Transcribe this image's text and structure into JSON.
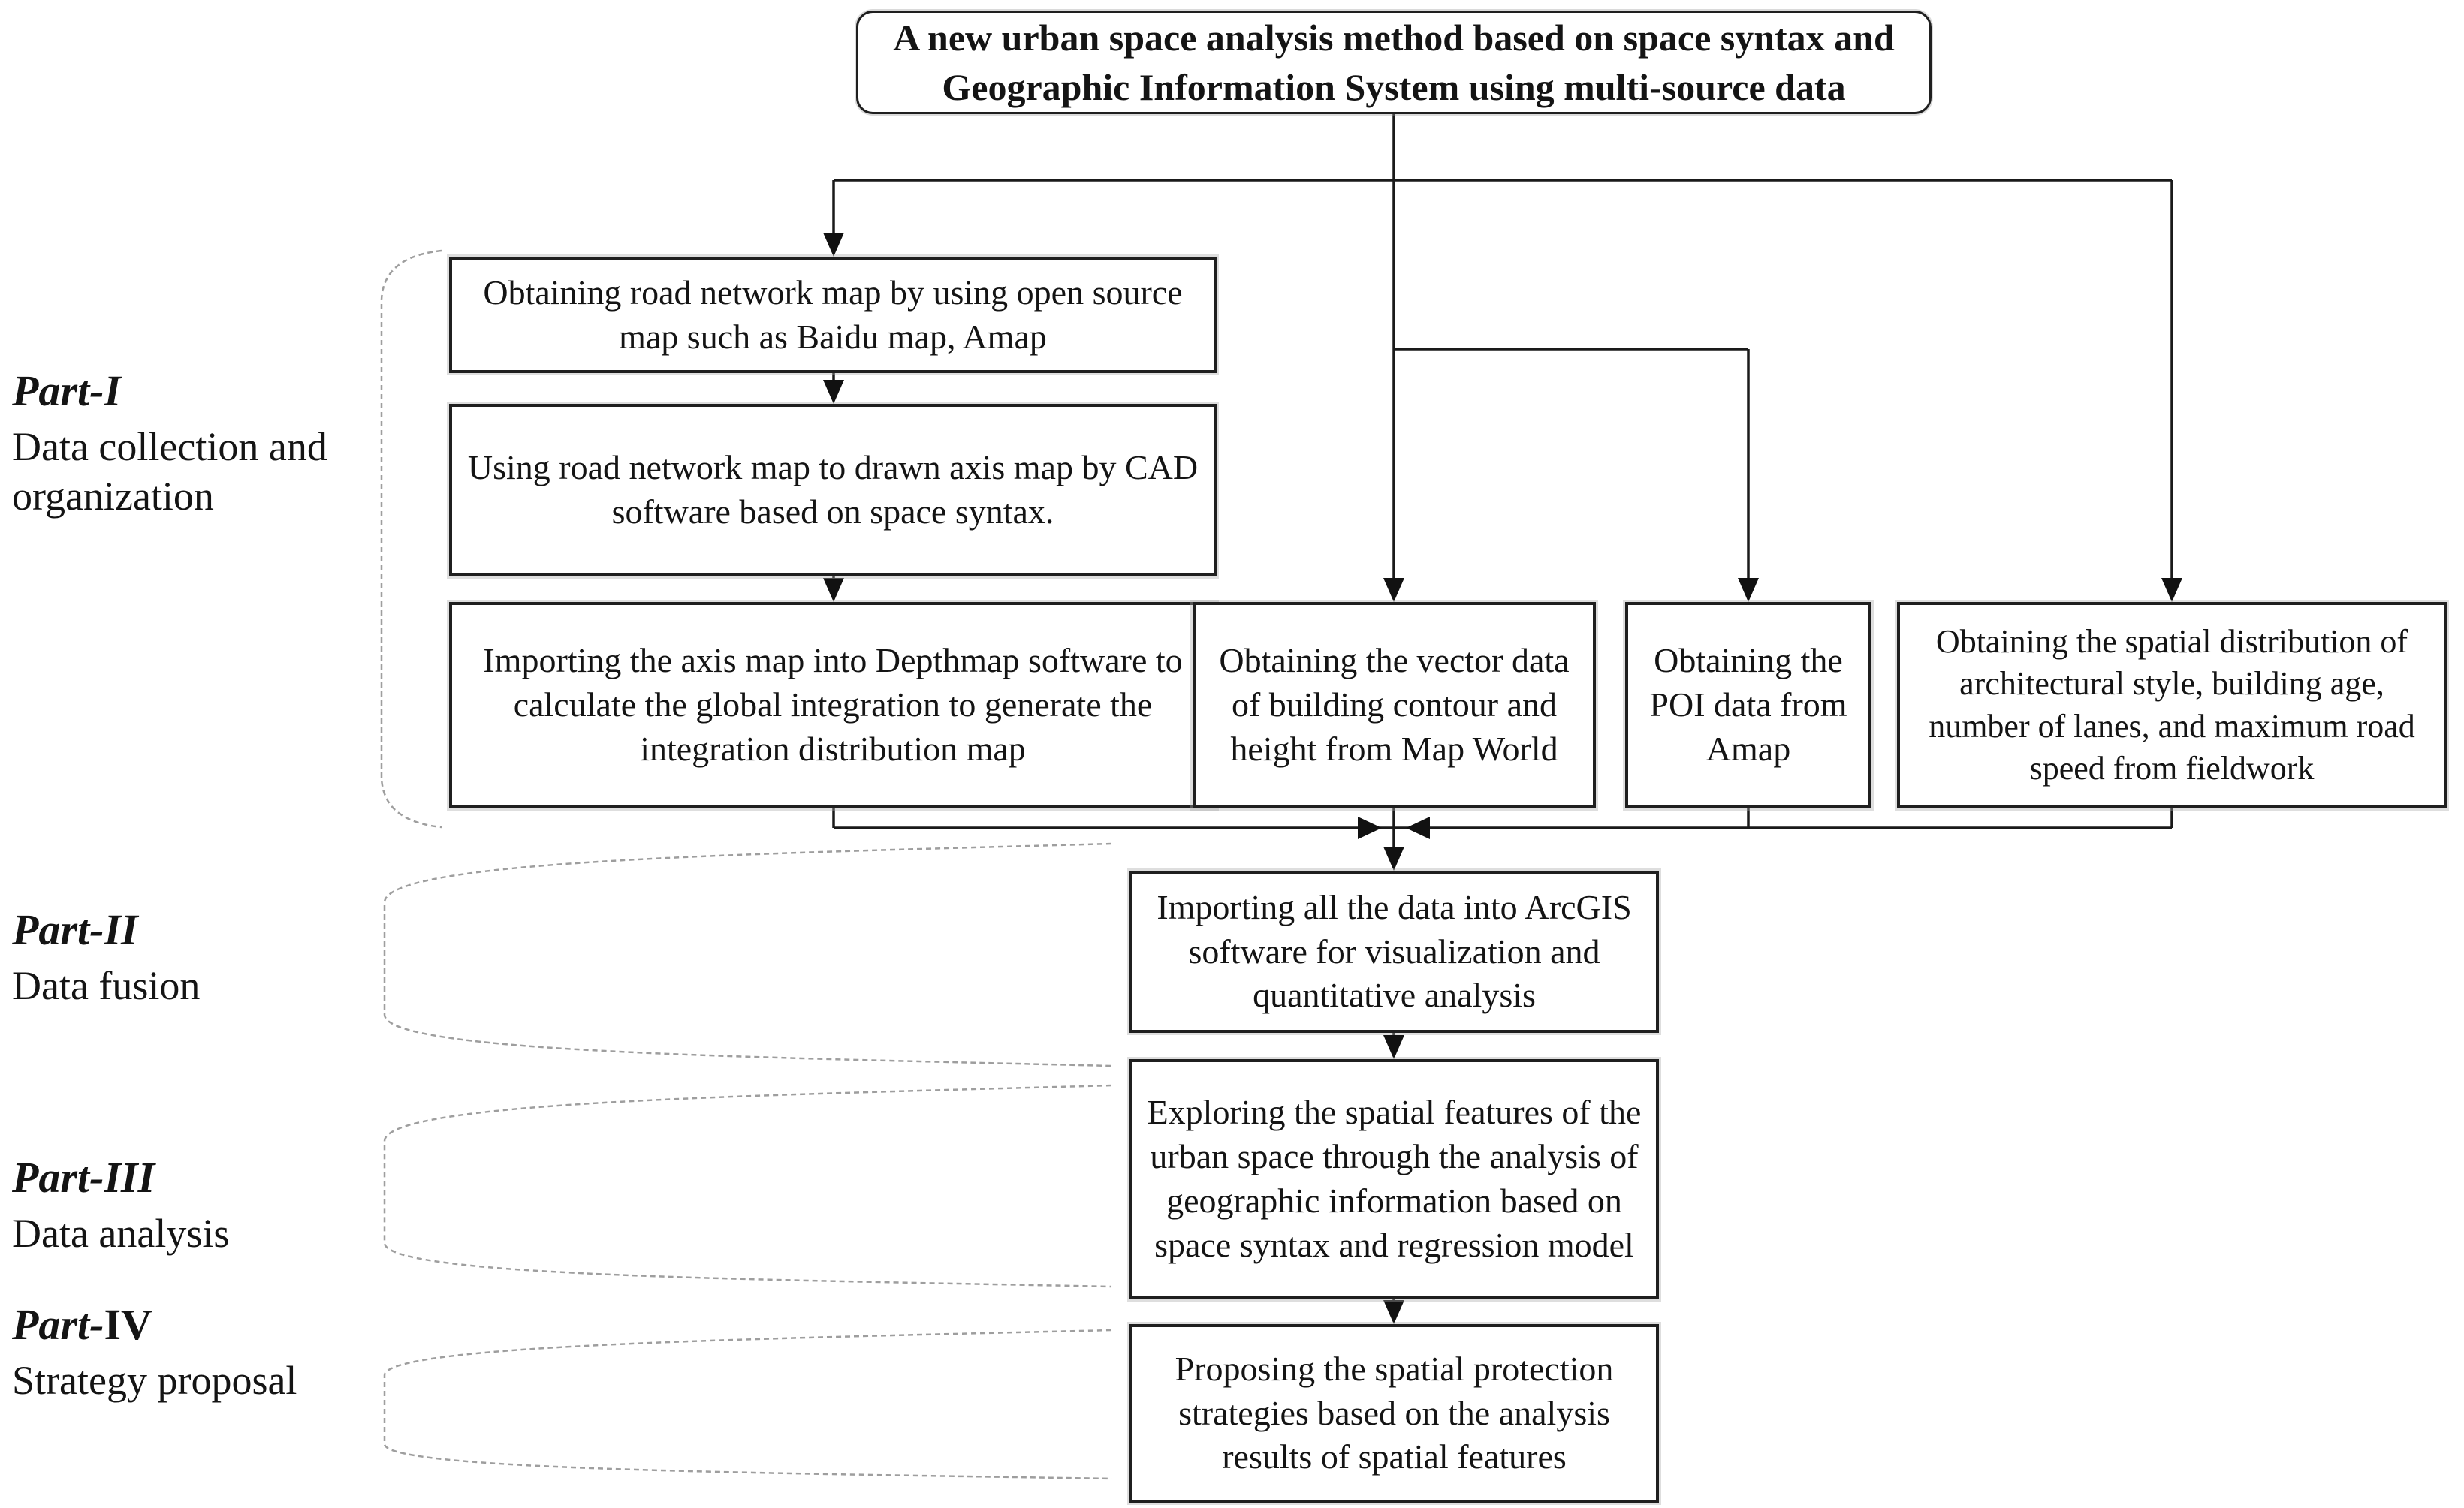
{
  "title": "A new urban space analysis method based on space syntax and Geographic Information System using multi-source data",
  "parts": [
    {
      "prefix": "Part-",
      "numeral": "I",
      "subtitle": "Data collection and organization"
    },
    {
      "prefix": "Part-",
      "numeral": "II",
      "subtitle": "Data fusion"
    },
    {
      "prefix": "Part-",
      "numeral": "III",
      "subtitle": "Data analysis"
    },
    {
      "prefix": "Part-",
      "numeral": "IV",
      "subtitle": "Strategy proposal"
    }
  ],
  "boxes": {
    "road_network": "Obtaining road network map by using open source map such as Baidu map, Amap",
    "axis_map": "Using road network map to drawn axis map by CAD software based on space syntax.",
    "depthmap": "Importing the axis map into Depthmap software to calculate the global integration to generate the integration distribution map",
    "vector_data": "Obtaining the vector data of building contour and height from Map World",
    "poi_data": "Obtaining the POI data from Amap",
    "fieldwork": "Obtaining the spatial distribution of architectural style, building age, number of lanes, and maximum road speed from fieldwork",
    "arcgis": "Importing all the data into ArcGIS software for visualization and quantitative analysis",
    "exploring": "Exploring the spatial features of the urban space through the analysis of geographic information based on space syntax and regression model",
    "proposing": "Proposing the spatial protection strategies based on the analysis results of spatial features"
  },
  "colors": {
    "background": "#ffffff",
    "text": "#141414",
    "line": "#1a1a1a",
    "box_border": "#1f1f1f",
    "brace": "#9e9e9e"
  }
}
